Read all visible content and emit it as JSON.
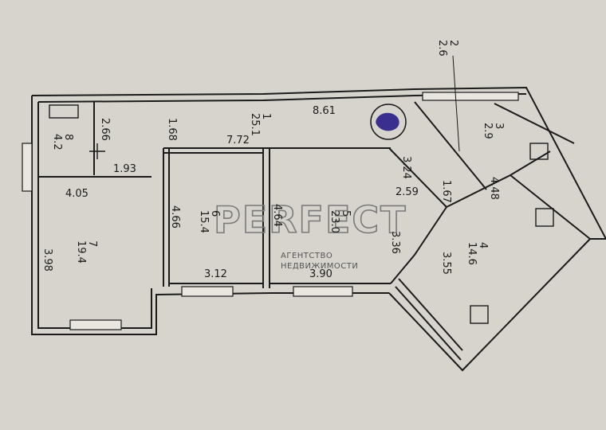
{
  "rooms": [
    {
      "number": "1",
      "area": "25.1"
    },
    {
      "number": "2",
      "area": "2.6"
    },
    {
      "number": "3",
      "area": "2.9"
    },
    {
      "number": "4",
      "area": "14.6"
    },
    {
      "number": "5",
      "area": "23.0"
    },
    {
      "number": "6",
      "area": "15.4"
    },
    {
      "number": "7",
      "area": "19.4"
    },
    {
      "number": "8",
      "area": "4.2"
    }
  ],
  "dimensions": [
    "8.61",
    "2.66",
    "1.68",
    "7.72",
    "1.93",
    "4.05",
    "3.98",
    "4.66",
    "3.12",
    "4.64",
    "3.90",
    "3.24",
    "2.59",
    "3.36",
    "1.67",
    "4.48",
    "3.55"
  ],
  "watermark": {
    "brand": "PERFECT",
    "line1": "АГЕНТСТВО",
    "line2": "НЕДВИЖИМОСТИ"
  },
  "colors": {
    "paper": "#d6d4cd",
    "ink": "#1b1b1b",
    "stamp": "#3a2f8f"
  }
}
